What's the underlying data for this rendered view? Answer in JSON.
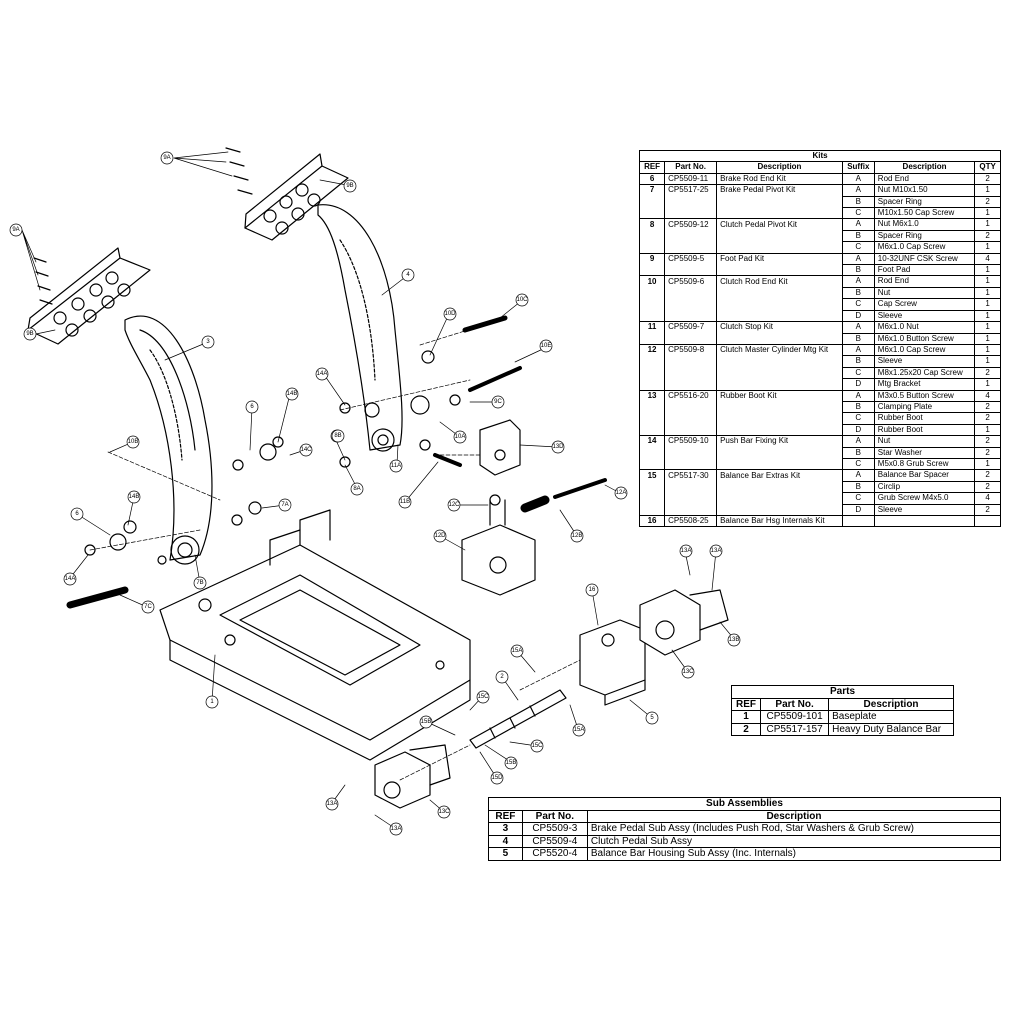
{
  "kits": {
    "title": "Kits",
    "headers": [
      "REF",
      "Part No.",
      "Description",
      "Suffix",
      "Description",
      "QTY"
    ],
    "groups": [
      {
        "ref": "6",
        "part": "CP5509-11",
        "desc": "Brake Rod End Kit",
        "rows": [
          {
            "suffix": "A",
            "desc": "Rod End",
            "qty": "2"
          }
        ]
      },
      {
        "ref": "7",
        "part": "CP5517-25",
        "desc": "Brake Pedal Pivot Kit",
        "rows": [
          {
            "suffix": "A",
            "desc": "Nut M10x1.50",
            "qty": "1"
          },
          {
            "suffix": "B",
            "desc": "Spacer Ring",
            "qty": "2"
          },
          {
            "suffix": "C",
            "desc": "M10x1.50 Cap Screw",
            "qty": "1"
          }
        ]
      },
      {
        "ref": "8",
        "part": "CP5509-12",
        "desc": "Clutch Pedal Pivot Kit",
        "rows": [
          {
            "suffix": "A",
            "desc": "Nut M6x1.0",
            "qty": "1"
          },
          {
            "suffix": "B",
            "desc": "Spacer Ring",
            "qty": "2"
          },
          {
            "suffix": "C",
            "desc": "M6x1.0 Cap Screw",
            "qty": "1"
          }
        ]
      },
      {
        "ref": "9",
        "part": "CP5509-5",
        "desc": "Foot Pad Kit",
        "rows": [
          {
            "suffix": "A",
            "desc": "10-32UNF CSK Screw",
            "qty": "4"
          },
          {
            "suffix": "B",
            "desc": "Foot Pad",
            "qty": "1"
          }
        ]
      },
      {
        "ref": "10",
        "part": "CP5509-6",
        "desc": "Clutch Rod End Kit",
        "rows": [
          {
            "suffix": "A",
            "desc": "Rod End",
            "qty": "1"
          },
          {
            "suffix": "B",
            "desc": "Nut",
            "qty": "1"
          },
          {
            "suffix": "C",
            "desc": "Cap Screw",
            "qty": "1"
          },
          {
            "suffix": "D",
            "desc": "Sleeve",
            "qty": "1"
          }
        ]
      },
      {
        "ref": "11",
        "part": "CP5509-7",
        "desc": "Clutch Stop Kit",
        "rows": [
          {
            "suffix": "A",
            "desc": "M6x1.0 Nut",
            "qty": "1"
          },
          {
            "suffix": "B",
            "desc": "M6x1.0 Button Screw",
            "qty": "1"
          }
        ]
      },
      {
        "ref": "12",
        "part": "CP5509-8",
        "desc": "Clutch Master Cylinder Mtg Kit",
        "rows": [
          {
            "suffix": "A",
            "desc": "M6x1.0 Cap Screw",
            "qty": "1"
          },
          {
            "suffix": "B",
            "desc": "Sleeve",
            "qty": "1"
          },
          {
            "suffix": "C",
            "desc": "M8x1.25x20 Cap Screw",
            "qty": "2"
          },
          {
            "suffix": "D",
            "desc": "Mtg Bracket",
            "qty": "1"
          }
        ]
      },
      {
        "ref": "13",
        "part": "CP5516-20",
        "desc": "Rubber Boot Kit",
        "rows": [
          {
            "suffix": "A",
            "desc": "M3x0.5 Button Screw",
            "qty": "4"
          },
          {
            "suffix": "B",
            "desc": "Clamping Plate",
            "qty": "2"
          },
          {
            "suffix": "C",
            "desc": "Rubber Boot",
            "qty": "2"
          },
          {
            "suffix": "D",
            "desc": "Rubber Boot",
            "qty": "1"
          }
        ]
      },
      {
        "ref": "14",
        "part": "CP5509-10",
        "desc": "Push Bar Fixing Kit",
        "rows": [
          {
            "suffix": "A",
            "desc": "Nut",
            "qty": "2"
          },
          {
            "suffix": "B",
            "desc": "Star Washer",
            "qty": "2"
          },
          {
            "suffix": "C",
            "desc": "M5x0.8 Grub Screw",
            "qty": "1"
          }
        ]
      },
      {
        "ref": "15",
        "part": "CP5517-30",
        "desc": "Balance Bar Extras Kit",
        "rows": [
          {
            "suffix": "A",
            "desc": "Balance Bar Spacer",
            "qty": "2"
          },
          {
            "suffix": "B",
            "desc": "Circlip",
            "qty": "2"
          },
          {
            "suffix": "C",
            "desc": "Grub Screw M4x5.0",
            "qty": "4"
          },
          {
            "suffix": "D",
            "desc": "Sleeve",
            "qty": "2"
          }
        ]
      },
      {
        "ref": "16",
        "part": "CP5508-25",
        "desc": "Balance Bar Hsg Internals Kit",
        "rows": [
          {
            "suffix": "",
            "desc": "",
            "qty": ""
          }
        ]
      }
    ]
  },
  "parts": {
    "title": "Parts",
    "headers": [
      "REF",
      "Part No.",
      "Description"
    ],
    "rows": [
      {
        "ref": "1",
        "part": "CP5509-101",
        "desc": "Baseplate"
      },
      {
        "ref": "2",
        "part": "CP5517-157",
        "desc": "Heavy Duty Balance Bar"
      }
    ]
  },
  "subs": {
    "title": "Sub Assemblies",
    "headers": [
      "REF",
      "Part No.",
      "Description"
    ],
    "rows": [
      {
        "ref": "3",
        "part": "CP5509-3",
        "desc": "Brake Pedal Sub Assy (Includes Push Rod, Star Washers & Grub Screw)"
      },
      {
        "ref": "4",
        "part": "CP5509-4",
        "desc": "Clutch Pedal Sub Assy"
      },
      {
        "ref": "5",
        "part": "CP5520-4",
        "desc": "Balance Bar Housing Sub Assy (Inc. Internals)"
      }
    ]
  },
  "callouts": [
    "9A",
    "9B",
    "9A",
    "9B",
    "3",
    "4",
    "10D",
    "10C",
    "10E",
    "14A",
    "14B",
    "6",
    "14C",
    "10B",
    "8C",
    "9C",
    "8B",
    "10A",
    "11A",
    "8A",
    "11B",
    "13D",
    "14B",
    "6",
    "7A",
    "12C",
    "12A",
    "12B",
    "12D",
    "14A",
    "7B",
    "7C",
    "13A",
    "13A",
    "16",
    "13B",
    "13C",
    "1",
    "15A",
    "2",
    "15C",
    "5",
    "15B",
    "15A",
    "15D",
    "15B",
    "15C",
    "13A",
    "13C",
    "13A"
  ],
  "colors": {
    "line": "#000000",
    "background": "#ffffff"
  }
}
